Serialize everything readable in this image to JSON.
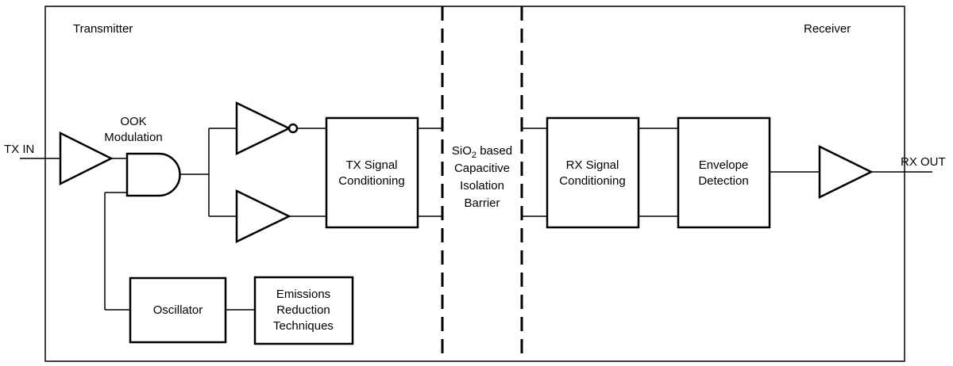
{
  "sections": {
    "transmitter": "Transmitter",
    "receiver": "Receiver"
  },
  "ports": {
    "input": "TX IN",
    "output": "RX OUT"
  },
  "modulation_label": [
    "OOK",
    "Modulation"
  ],
  "blocks": {
    "tx_signal_conditioning": [
      "TX Signal",
      "Conditioning"
    ],
    "oscillator": [
      "Oscillator"
    ],
    "emissions_reduction": [
      "Emissions",
      "Reduction",
      "Techniques"
    ],
    "rx_signal_conditioning": [
      "RX Signal",
      "Conditioning"
    ],
    "envelope_detection": [
      "Envelope",
      "Detection"
    ]
  },
  "barrier": {
    "line1_main": "SiO",
    "line1_sub": "2",
    "line1_rest": " based",
    "line2": "Capacitive",
    "line3": "Isolation",
    "line4": "Barrier"
  }
}
